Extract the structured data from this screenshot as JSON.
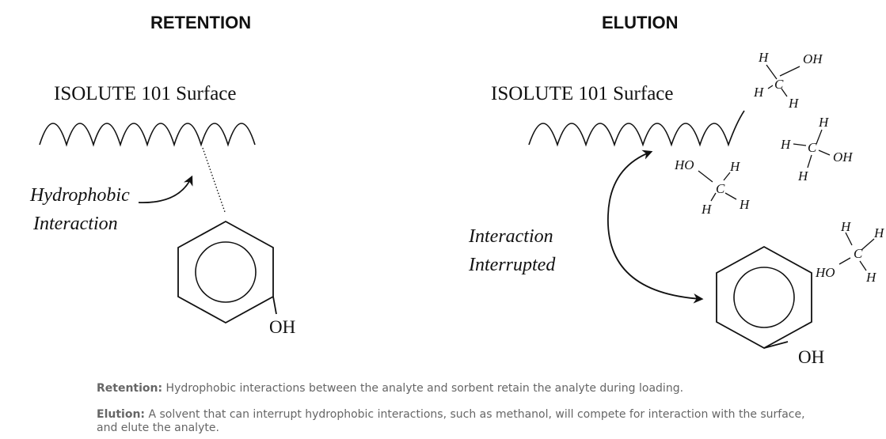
{
  "headings": {
    "retention": "RETENTION",
    "elution": "ELUTION"
  },
  "surface_label": "ISOLUTE 101 Surface",
  "annotations": {
    "hydrophobic_line1": "Hydrophobic",
    "hydrophobic_line2": "Interaction",
    "interrupted_line1": "Interaction",
    "interrupted_line2": "Interrupted"
  },
  "analyte_group": "OH",
  "methanol_atoms": {
    "h": "H",
    "c": "C",
    "oh": "OH",
    "ho": "HO"
  },
  "captions": [
    {
      "term": "Retention:",
      "text": " Hydrophobic interactions between the analyte and sorbent retain the analyte during loading."
    },
    {
      "term": "Elution:",
      "text": " A solvent that can interrupt hydrophobic interactions, such as methanol, will compete for interaction with the surface, and elute the analyte."
    }
  ]
}
